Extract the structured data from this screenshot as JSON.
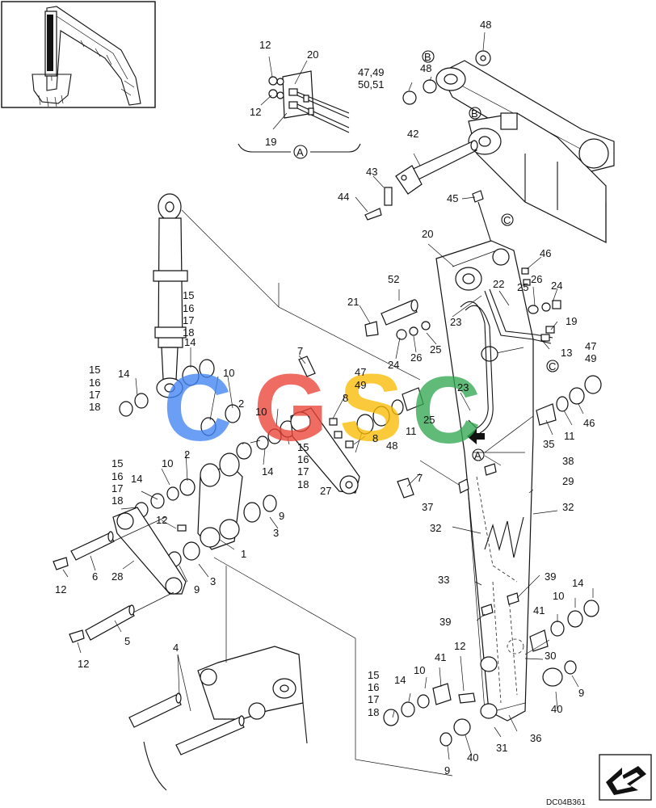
{
  "diagram": {
    "drawing_code": "DC04B361",
    "detail_marker": "A",
    "reference_marks": [
      "A",
      "B",
      "B",
      "C",
      "C"
    ],
    "watermark": {
      "letters": [
        "C",
        "G",
        "S",
        "C"
      ],
      "colors": [
        "#4285f4",
        "#ea4335",
        "#fbbc05",
        "#34a853"
      ]
    },
    "labels": [
      {
        "id": "l12a",
        "text": "12"
      },
      {
        "id": "l20a",
        "text": "20"
      },
      {
        "id": "l12b",
        "text": "12"
      },
      {
        "id": "l19a",
        "text": "19"
      },
      {
        "id": "l48a",
        "text": "48"
      },
      {
        "id": "l4749",
        "text": "47,49"
      },
      {
        "id": "l5051",
        "text": "50,51"
      },
      {
        "id": "l48b",
        "text": "48"
      },
      {
        "id": "l42",
        "text": "42"
      },
      {
        "id": "l43",
        "text": "43"
      },
      {
        "id": "l44",
        "text": "44"
      },
      {
        "id": "l45",
        "text": "45"
      },
      {
        "id": "l20b",
        "text": "20"
      },
      {
        "id": "l46a",
        "text": "46"
      },
      {
        "id": "l52",
        "text": "52"
      },
      {
        "id": "l22",
        "text": "22"
      },
      {
        "id": "l26a",
        "text": "26"
      },
      {
        "id": "l25a",
        "text": "25"
      },
      {
        "id": "l24a",
        "text": "24"
      },
      {
        "id": "l21",
        "text": "21"
      },
      {
        "id": "l23a",
        "text": "23"
      },
      {
        "id": "l19b",
        "text": "19"
      },
      {
        "id": "l13",
        "text": "13"
      },
      {
        "id": "l24b",
        "text": "24"
      },
      {
        "id": "l26b",
        "text": "26"
      },
      {
        "id": "l25b",
        "text": "25"
      },
      {
        "id": "l47b",
        "text": "47"
      },
      {
        "id": "l49b",
        "text": "49"
      },
      {
        "id": "l47c",
        "text": "47"
      },
      {
        "id": "l49c",
        "text": "49"
      },
      {
        "id": "l23b",
        "text": "23"
      },
      {
        "id": "l46b",
        "text": "46"
      },
      {
        "id": "l11a",
        "text": "11"
      },
      {
        "id": "l25c",
        "text": "25"
      },
      {
        "id": "l35",
        "text": "35"
      },
      {
        "id": "l11b",
        "text": "11"
      },
      {
        "id": "l7a",
        "text": "7"
      },
      {
        "id": "l8a",
        "text": "8"
      },
      {
        "id": "l8b",
        "text": "8"
      },
      {
        "id": "l48c",
        "text": "48"
      },
      {
        "id": "l15a",
        "text": "15"
      },
      {
        "id": "l16a",
        "text": "16"
      },
      {
        "id": "l17a",
        "text": "17"
      },
      {
        "id": "l18a",
        "text": "18"
      },
      {
        "id": "l14a",
        "text": "14"
      },
      {
        "id": "l10a",
        "text": "10"
      },
      {
        "id": "l15b",
        "text": "15"
      },
      {
        "id": "l16b",
        "text": "16"
      },
      {
        "id": "l17b",
        "text": "17"
      },
      {
        "id": "l18b",
        "text": "18"
      },
      {
        "id": "l14b",
        "text": "14"
      },
      {
        "id": "l2a",
        "text": "2"
      },
      {
        "id": "l10b",
        "text": "10"
      },
      {
        "id": "l14c",
        "text": "14"
      },
      {
        "id": "l15c",
        "text": "15"
      },
      {
        "id": "l16c",
        "text": "16"
      },
      {
        "id": "l17c",
        "text": "17"
      },
      {
        "id": "l18c",
        "text": "18"
      },
      {
        "id": "l27",
        "text": "27"
      },
      {
        "id": "l7b",
        "text": "7"
      },
      {
        "id": "l38",
        "text": "38"
      },
      {
        "id": "l29",
        "text": "29"
      },
      {
        "id": "l37",
        "text": "37"
      },
      {
        "id": "l32a",
        "text": "32"
      },
      {
        "id": "l32b",
        "text": "32"
      },
      {
        "id": "l15d",
        "text": "15"
      },
      {
        "id": "l16d",
        "text": "16"
      },
      {
        "id": "l17d",
        "text": "17"
      },
      {
        "id": "l18d",
        "text": "18"
      },
      {
        "id": "l10c",
        "text": "10"
      },
      {
        "id": "l2b",
        "text": "2"
      },
      {
        "id": "l14d",
        "text": "14"
      },
      {
        "id": "l12c",
        "text": "12"
      },
      {
        "id": "l9a",
        "text": "9"
      },
      {
        "id": "l3a",
        "text": "3"
      },
      {
        "id": "l1",
        "text": "1"
      },
      {
        "id": "l12d",
        "text": "12"
      },
      {
        "id": "l6",
        "text": "6"
      },
      {
        "id": "l28",
        "text": "28"
      },
      {
        "id": "l9b",
        "text": "9"
      },
      {
        "id": "l3b",
        "text": "3"
      },
      {
        "id": "l5",
        "text": "5"
      },
      {
        "id": "l12e",
        "text": "12"
      },
      {
        "id": "l33",
        "text": "33"
      },
      {
        "id": "l39a",
        "text": "39"
      },
      {
        "id": "l39b",
        "text": "39"
      },
      {
        "id": "l14e",
        "text": "14"
      },
      {
        "id": "l10d",
        "text": "10"
      },
      {
        "id": "l41a",
        "text": "41"
      },
      {
        "id": "l4",
        "text": "4"
      },
      {
        "id": "l15e",
        "text": "15"
      },
      {
        "id": "l16e",
        "text": "16"
      },
      {
        "id": "l17e",
        "text": "17"
      },
      {
        "id": "l18e",
        "text": "18"
      },
      {
        "id": "l14f",
        "text": "14"
      },
      {
        "id": "l10e",
        "text": "10"
      },
      {
        "id": "l41b",
        "text": "41"
      },
      {
        "id": "l12f",
        "text": "12"
      },
      {
        "id": "l30",
        "text": "30"
      },
      {
        "id": "l9c",
        "text": "9"
      },
      {
        "id": "l40a",
        "text": "40"
      },
      {
        "id": "l36",
        "text": "36"
      },
      {
        "id": "l31",
        "text": "31"
      },
      {
        "id": "l9d",
        "text": "9"
      },
      {
        "id": "l40b",
        "text": "40"
      }
    ]
  }
}
